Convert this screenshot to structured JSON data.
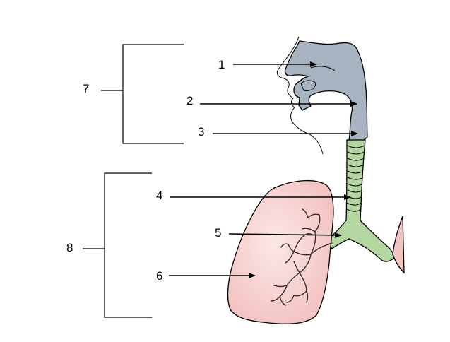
{
  "labels": {
    "l1": "1",
    "l2": "2",
    "l3": "3",
    "l4": "4",
    "l5": "5",
    "l6": "6",
    "l7": "7",
    "l8": "8"
  },
  "colors": {
    "upper_airway": "#a7b3c1",
    "trachea": "#b4d6a0",
    "lung": "#f2c3c1",
    "lung_highlight": "#fbe8e7",
    "bronchi_lines": "#3a2a2a"
  }
}
